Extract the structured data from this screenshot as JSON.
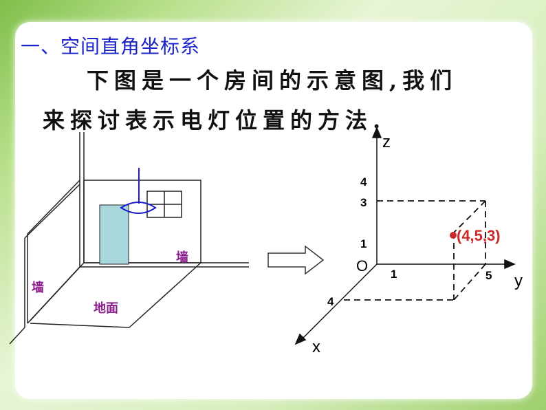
{
  "heading": "一、空间直角坐标系",
  "paragraph": {
    "line1": "下图是一个房间的示意图,我们",
    "line2": "来探讨表示电灯位置的方法."
  },
  "room": {
    "wall_left_label": "墙",
    "wall_right_label": "墙",
    "floor_label": "地面",
    "door_color": "#a9d8dc",
    "label_color": "#8b1a8b",
    "lamp_color": "#1c1ccc"
  },
  "axes": {
    "x_label": "x",
    "y_label": "y",
    "z_label": "z",
    "origin_label": "O",
    "z_ticks": [
      "4",
      "3",
      "1"
    ],
    "y_ticks": [
      "1",
      "5"
    ],
    "x_ticks": [
      "4"
    ]
  },
  "point": {
    "label": "(4,5,3)",
    "color": "#cc2a2a"
  }
}
